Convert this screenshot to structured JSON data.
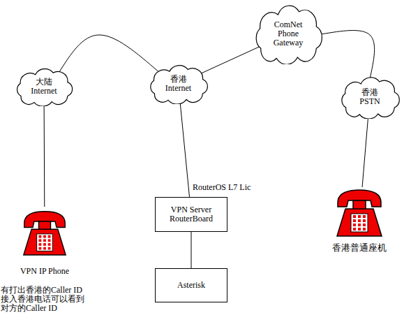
{
  "diagram": {
    "nodes": [
      {
        "text": [
          "ComNet Phone Gateway"
        ]
      },
      {
        "text": [
          "大陆 Internet"
        ]
      },
      {
        "text": [
          "香港 Internet"
        ]
      },
      {
        "text": [
          "香港 PSTN"
        ]
      },
      {
        "text": [
          "VPN Server RouterBoard"
        ]
      },
      {
        "text": [
          "香港普通座机"
        ]
      },
      {
        "text": [
          "VPN IP Phone"
        ]
      },
      {
        "text": [
          "Asterisk"
        ]
      }
    ],
    "edges": [
      {
        "from": 1,
        "to": 2,
        "arrow": "none"
      },
      {
        "from": 2,
        "to": 0,
        "arrow": "none"
      },
      {
        "from": 0,
        "to": 3,
        "arrow": "none"
      },
      {
        "from": 3,
        "to": 5,
        "arrow": "none"
      },
      {
        "from": 1,
        "to": 6,
        "arrow": "none"
      },
      {
        "from": 2,
        "to": 4,
        "label": "RouterOS L7 Lic",
        "arrow": "none"
      },
      {
        "from": 4,
        "to": 7,
        "arrow": "none"
      }
    ],
    "labels": [
      "有打出香港的Caller ID 接入香港电话可以看到 对方的Caller ID"
    ]
  }
}
